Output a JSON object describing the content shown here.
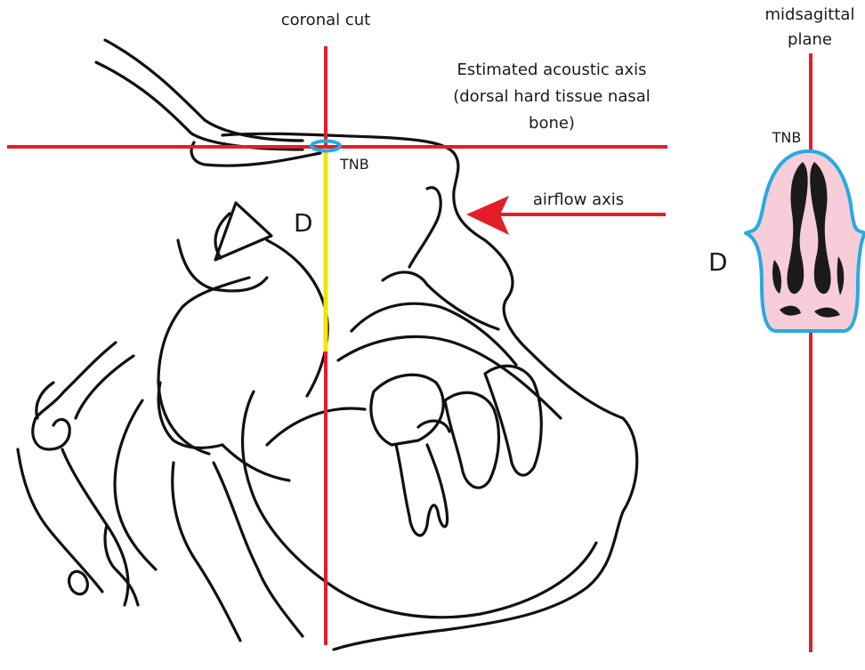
{
  "labels": {
    "coronal_cut": "coronal cut",
    "midsagittal_line1": "midsagittal",
    "midsagittal_line2": "plane",
    "acoustic_line1": "Estimated acoustic axis",
    "acoustic_line2": "(dorsal hard tissue nasal",
    "acoustic_line3": "bone)",
    "tnb_left": "TNB",
    "tnb_right": "TNB",
    "d_left": "D",
    "d_right": "D",
    "airflow": "airflow axis"
  },
  "colors": {
    "axis_red": "#e41e26",
    "depth_yellow": "#f2e500",
    "outline_blue": "#27aae1",
    "tissue_pink": "#f6cdd8",
    "ink": "#111111"
  }
}
